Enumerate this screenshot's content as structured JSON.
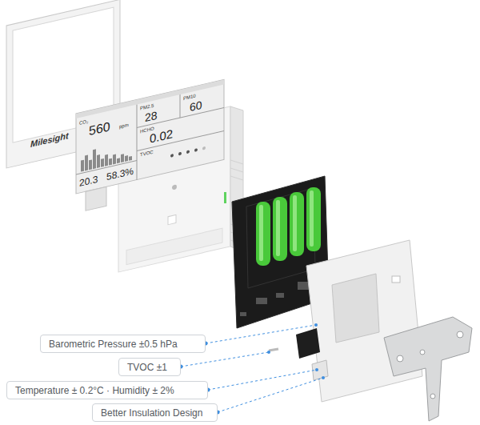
{
  "diagram": {
    "nodes": [
      {
        "text": [
          "Barometric Pressure ±0.5 hPa"
        ]
      },
      {
        "text": [
          "TVOC ±1"
        ]
      },
      {
        "text": [
          "Temperature ± 0.2°C · Humidity ± 2%"
        ]
      },
      {
        "text": [
          "Better Insulation Design"
        ]
      }
    ],
    "labels": [
      "Milesight",
      "CO₂",
      "560",
      "ppm",
      "PM2.5",
      "28",
      "PM10",
      "60",
      "HCHO",
      "0.02",
      "TVOC",
      "20.3",
      "58.3%"
    ]
  }
}
